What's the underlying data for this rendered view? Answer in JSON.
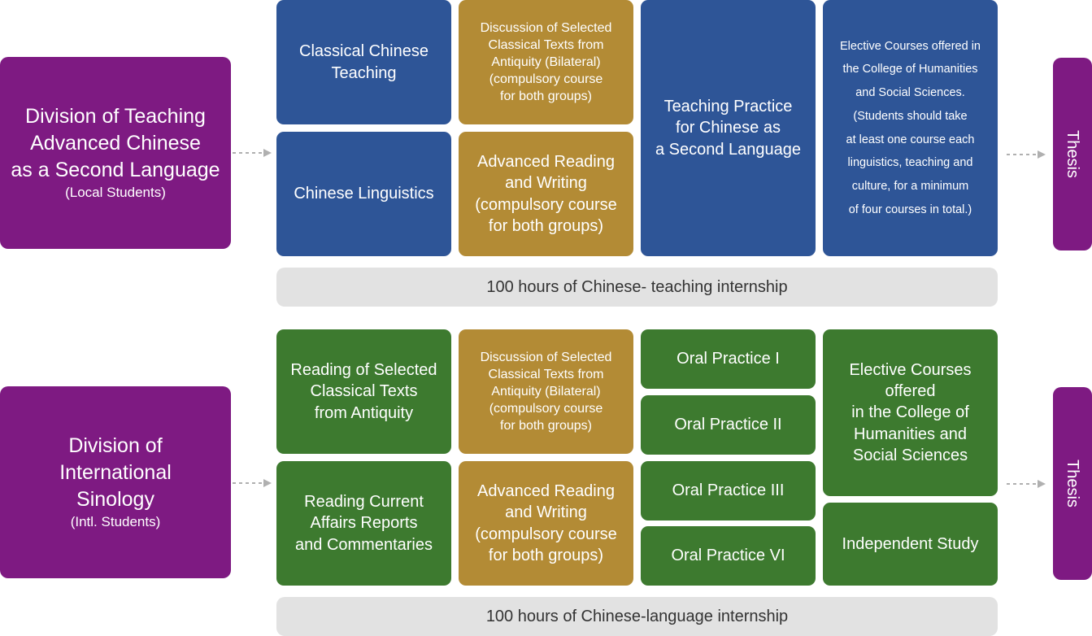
{
  "top": {
    "division": {
      "title_lines": [
        "Division of Teaching",
        "Advanced Chinese",
        "as a Second Language"
      ],
      "subtitle": "(Local Students)"
    },
    "courses": {
      "classical_chinese_teaching": [
        "Classical Chinese",
        "Teaching"
      ],
      "chinese_linguistics": [
        "Chinese Linguistics"
      ],
      "discussion_classical_texts": [
        "Discussion of Selected",
        "Classical Texts from",
        "Antiquity (Bilateral)",
        "(compulsory course",
        "for both groups)"
      ],
      "advanced_reading_writing": [
        "Advanced Reading",
        "and Writing",
        "(compulsory course",
        "for both groups)"
      ],
      "teaching_practice": [
        "Teaching Practice",
        "for Chinese as",
        "a Second Language"
      ],
      "electives": [
        "Elective Courses offered in",
        "the College of Humanities",
        "and Social Sciences.",
        "(Students should take",
        "at least one course each",
        "linguistics, teaching and",
        "culture, for a minimum",
        "of four courses in total.)"
      ]
    },
    "thesis": "Thesis",
    "internship": "100 hours of Chinese- teaching internship"
  },
  "bottom": {
    "division": {
      "title_lines": [
        "Division of",
        "International",
        "Sinology"
      ],
      "subtitle": "(Intl. Students)"
    },
    "courses": {
      "reading_classical_texts": [
        "Reading of Selected",
        "Classical Texts",
        "from Antiquity"
      ],
      "reading_current_affairs": [
        "Reading Current",
        "Affairs Reports",
        "and Commentaries"
      ],
      "discussion_classical_texts": [
        "Discussion of Selected",
        "Classical Texts from",
        "Antiquity (Bilateral)",
        "(compulsory course",
        "for both groups)"
      ],
      "advanced_reading_writing": [
        "Advanced Reading",
        "and Writing",
        "(compulsory course",
        "for both groups)"
      ],
      "oral_practice": [
        "Oral Practice I",
        "Oral Practice II",
        "Oral Practice III",
        "Oral Practice VI"
      ],
      "electives": [
        "Elective Courses",
        "offered",
        "in the College of",
        "Humanities and",
        "Social Sciences"
      ],
      "independent_study": [
        "Independent Study"
      ]
    },
    "thesis": "Thesis",
    "internship": "100 hours of Chinese-language internship"
  },
  "colors": {
    "division": "#7e1a82",
    "linguistics_teaching": "#2e5597",
    "compulsory": "#b38b35",
    "sinology": "#3d7a2f",
    "internship": "#e2e2e2",
    "arrow": "#b0b0b0"
  }
}
